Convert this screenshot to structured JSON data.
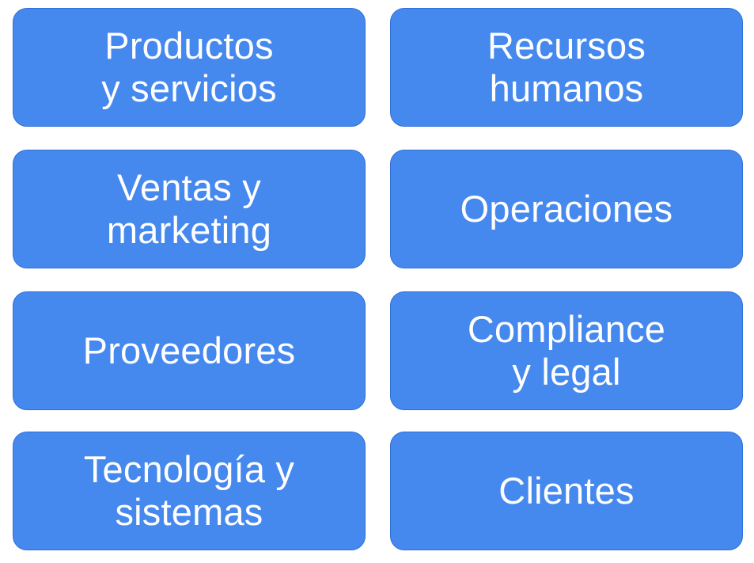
{
  "accent_color": "#4588ee",
  "tiles": [
    {
      "label": "Productos\ny servicios"
    },
    {
      "label": "Recursos\nhumanos"
    },
    {
      "label": "Ventas y\nmarketing"
    },
    {
      "label": "Operaciones"
    },
    {
      "label": "Proveedores"
    },
    {
      "label": "Compliance\ny legal"
    },
    {
      "label": "Tecnología y\nsistemas"
    },
    {
      "label": "Clientes"
    }
  ]
}
